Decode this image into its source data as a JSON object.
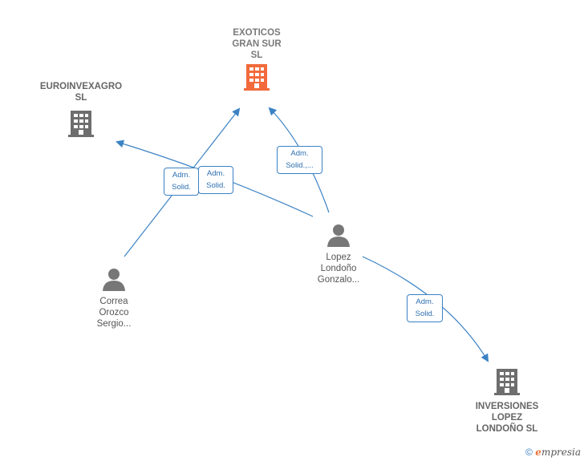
{
  "nodes": {
    "exoticos": {
      "label": "EXOTICOS\nGRAN SUR\nSL",
      "color": "#f26a3b"
    },
    "euroinvexagro": {
      "label": "EUROINVEXAGRO\nSL",
      "color": "#6e6e6e"
    },
    "inversiones": {
      "label": "INVERSIONES\nLOPEZ\nLONDOÑO  SL",
      "color": "#6e6e6e"
    },
    "lopez": {
      "label": "Lopez\nLondoño\nGonzalo..."
    },
    "correa": {
      "label": "Correa\nOrozco\nSergio..."
    }
  },
  "relations": {
    "correa_exoticos": "Adm.\nSolid.",
    "lopez_euroinvexagro": "Adm.\nSolid.",
    "lopez_exoticos": "Adm.\nSolid.,...",
    "lopez_inversiones": "Adm.\nSolid."
  },
  "colors": {
    "edge": "#3b82c4",
    "person": "#777777"
  },
  "footer": {
    "copyright": "©",
    "brand_initial": "e",
    "brand_rest": "mpresia"
  }
}
